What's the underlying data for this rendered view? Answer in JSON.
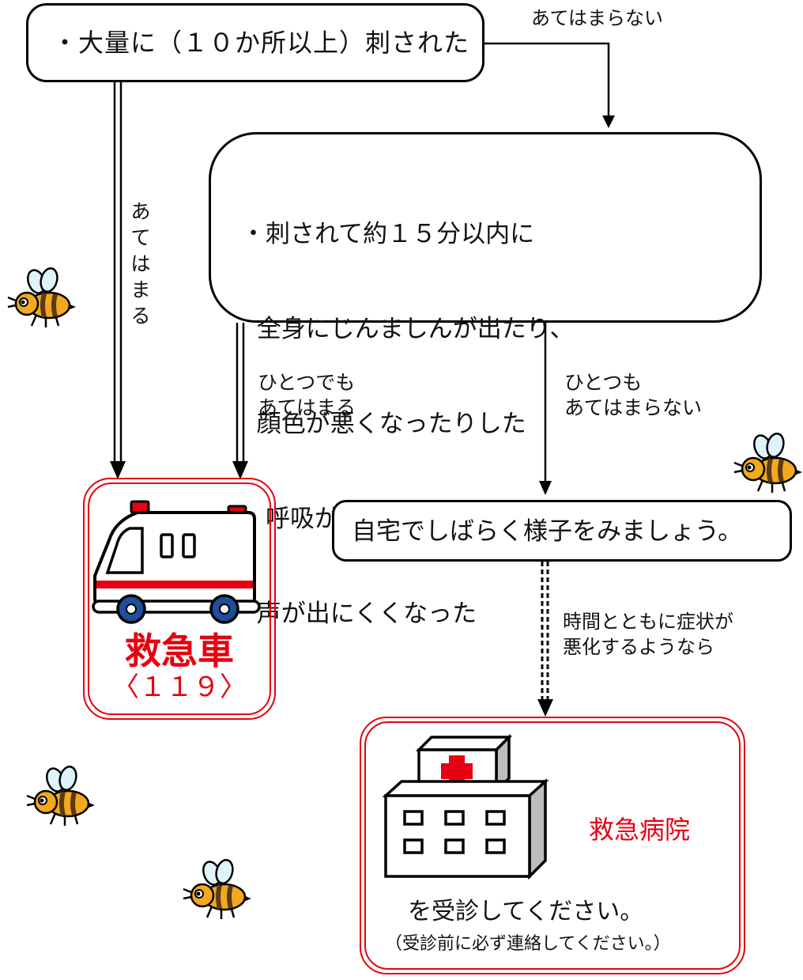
{
  "nodes": {
    "q1": "・大量に（１０か所以上）刺された",
    "q2_lines": [
      "・刺されて約１５分以内に",
      "  全身にじんましんが出たり、",
      "  顔色が悪くなったりした",
      "・呼吸がしづらく、息苦しい状態になり、",
      "  声が出にくくなった"
    ],
    "home": "自宅でしばらく様子をみましょう。"
  },
  "edges": {
    "q1_no": "あてはまらない",
    "q1_yes": "あてはまる",
    "q2_yes": "ひとつでも\nあてはまる",
    "q2_no": "ひとつも\nあてはまらない",
    "home_worse": "時間とともに症状が\n悪化するようなら"
  },
  "ambulance": {
    "title": "救急車",
    "number": "〈１１９〉",
    "icon": "ambulance-icon"
  },
  "hospital": {
    "title": "救急病院",
    "instruction": "を受診してください。",
    "note": "（受診前に必ず連絡してください。）",
    "icon": "hospital-icon"
  },
  "decor": {
    "icon": "bee-icon"
  },
  "colors": {
    "red": "#e60012",
    "line": "#000000",
    "ambulance_blue": "#1d4f9c"
  }
}
